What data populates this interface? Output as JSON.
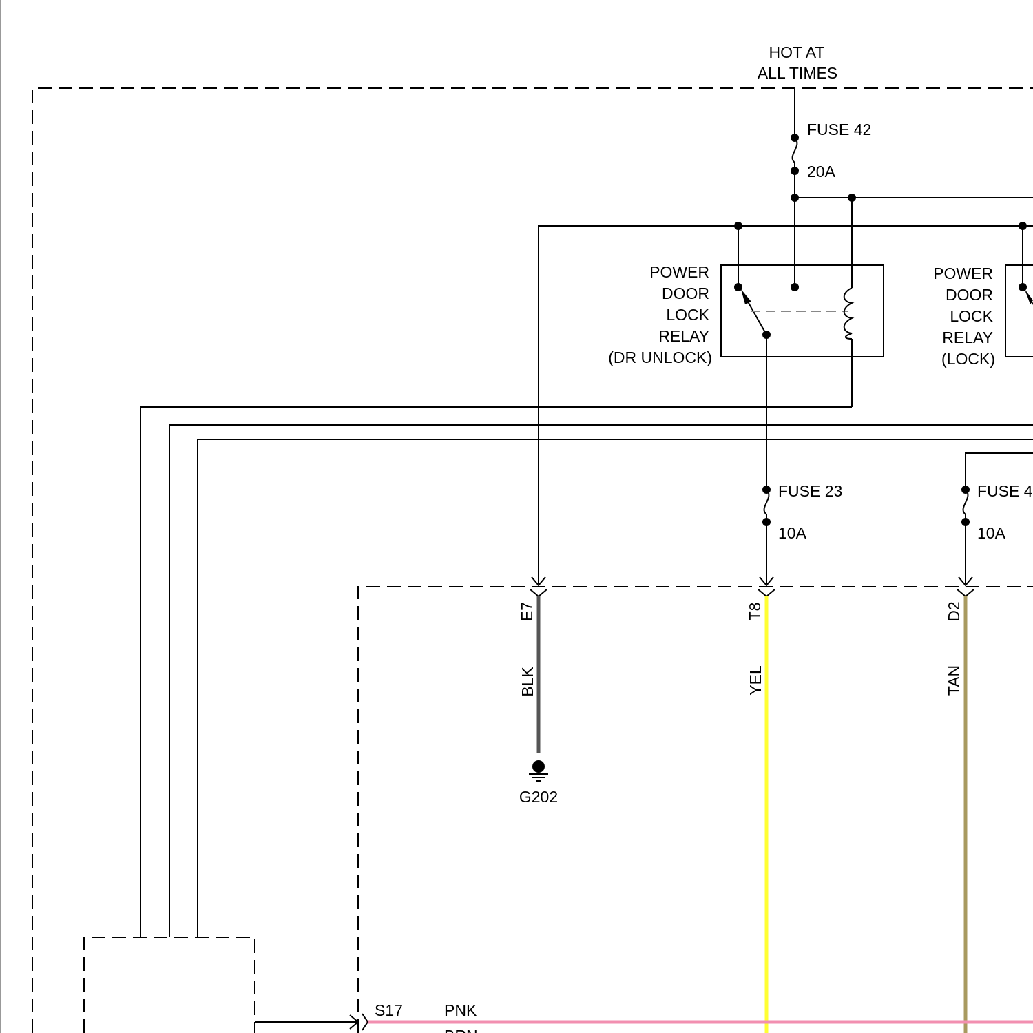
{
  "labels": {
    "hot_line1": "HOT AT",
    "hot_line2": "ALL TIMES",
    "fuse42": "FUSE 42",
    "fuse42_rating": "20A",
    "fuse23": "FUSE 23",
    "fuse23_rating": "10A",
    "fuse_right": "FUSE 4",
    "fuse_right_rating": "10A",
    "ground": "G202",
    "splice": "S17",
    "wire_pnk": "PNK",
    "wire_brn_partial": "BRN"
  },
  "relay_unlock": {
    "lines": [
      "POWER",
      "DOOR",
      "LOCK",
      "RELAY",
      "(DR UNLOCK)"
    ]
  },
  "relay_lock": {
    "lines": [
      "POWER",
      "DOOR",
      "LOCK",
      "RELAY",
      "(LOCK)"
    ]
  },
  "connectors": [
    {
      "pin": "E7",
      "wire": "BLK"
    },
    {
      "pin": "T8",
      "wire": "YEL"
    },
    {
      "pin": "D2",
      "wire": "TAN"
    }
  ],
  "colors": {
    "blk": "#555555",
    "yel": "#ffff33",
    "tan": "#a89a60",
    "pnk": "#f28fb0"
  }
}
